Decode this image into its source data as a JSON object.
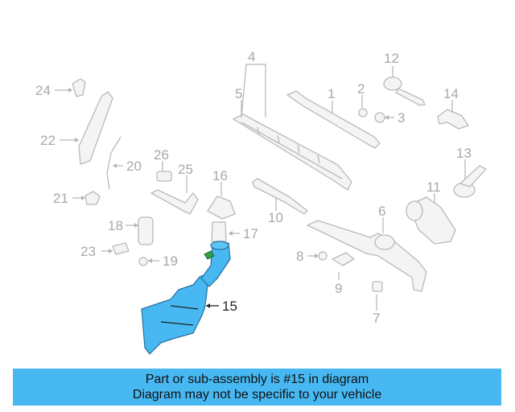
{
  "callouts": {
    "n1": "1",
    "n2": "2",
    "n3": "3",
    "n4": "4",
    "n5": "5",
    "n6": "6",
    "n7": "7",
    "n8": "8",
    "n9": "9",
    "n10": "10",
    "n11": "11",
    "n12": "12",
    "n13": "13",
    "n14": "14",
    "n15": "15",
    "n16": "16",
    "n17": "17",
    "n18": "18",
    "n19": "19",
    "n20": "20",
    "n21": "21",
    "n22": "22",
    "n23": "23",
    "n24": "24",
    "n25": "25",
    "n26": "26"
  },
  "highlight": {
    "part_number": "15",
    "color": "#47b8f2"
  },
  "banner": {
    "line1": "Part or sub-assembly is #15 in diagram",
    "line2": "Diagram may not be specific to your vehicle"
  }
}
